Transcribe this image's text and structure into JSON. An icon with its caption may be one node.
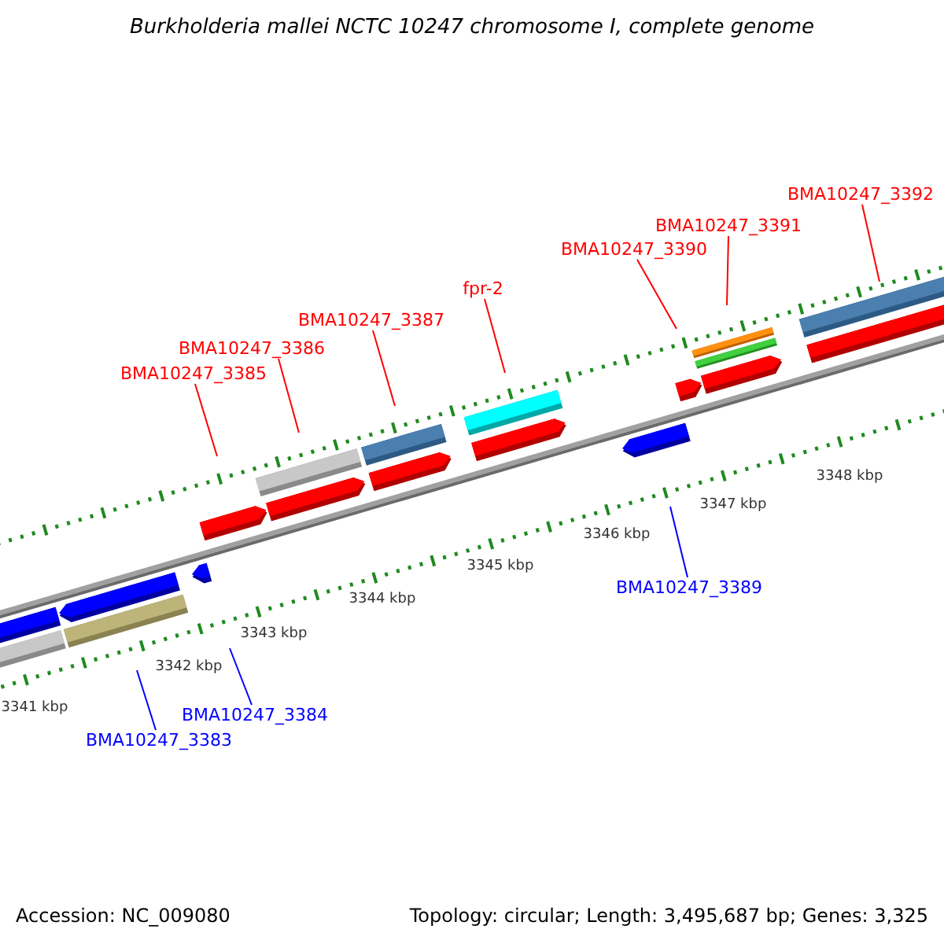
{
  "diagram": {
    "title": "Burkholderia mallei NCTC 10247 chromosome I, complete genome",
    "nodes": [
      {
        "text": [
          "BMA10247_3385"
        ]
      },
      {
        "text": [
          "BMA10247_3386"
        ]
      },
      {
        "text": [
          "BMA10247_3387"
        ]
      },
      {
        "text": [
          "fpr-2"
        ]
      },
      {
        "text": [
          "BMA10247_3390"
        ]
      },
      {
        "text": [
          "BMA10247_3391"
        ]
      },
      {
        "text": [
          "BMA10247_3392"
        ]
      },
      {
        "text": [
          "BMA10247_3383"
        ]
      },
      {
        "text": [
          "BMA10247_3384"
        ]
      },
      {
        "text": [
          "BMA10247_3389"
        ]
      }
    ],
    "edges": [
      {
        "from": 0,
        "to": null,
        "arrow": "none"
      },
      {
        "from": 1,
        "to": null,
        "arrow": "none"
      },
      {
        "from": 2,
        "to": null,
        "arrow": "none"
      },
      {
        "from": 3,
        "to": null,
        "arrow": "none"
      },
      {
        "from": 4,
        "to": null,
        "arrow": "none"
      },
      {
        "from": 5,
        "to": null,
        "arrow": "none"
      },
      {
        "from": 6,
        "to": null,
        "arrow": "none"
      },
      {
        "from": 7,
        "to": null,
        "arrow": "none",
        "color": "#0000ff"
      },
      {
        "from": 8,
        "to": null,
        "arrow": "none",
        "color": "#0000ff"
      },
      {
        "from": 9,
        "to": null,
        "arrow": "none",
        "color": "#0000ff"
      }
    ],
    "labels": [
      "3341 kbp",
      "3342 kbp",
      "3343 kbp",
      "3344 kbp",
      "3345 kbp",
      "3346 kbp",
      "3347 kbp",
      "3348 kbp",
      "Accession: NC_009080",
      "Topology: circular; Length: 3,495,687 bp; Genes: 3,325"
    ]
  }
}
